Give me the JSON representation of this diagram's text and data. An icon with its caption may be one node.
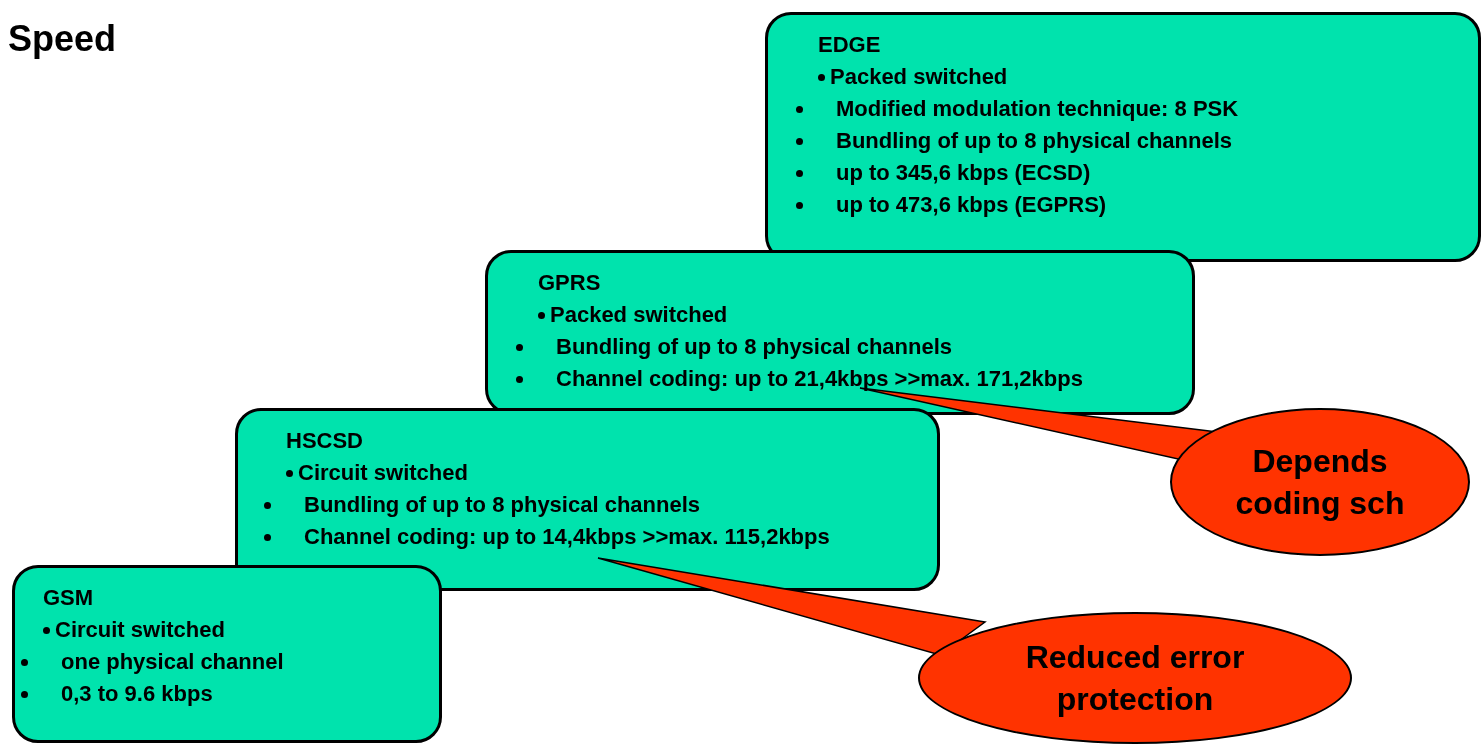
{
  "diagram": {
    "title": "Speed",
    "nodes": [
      {
        "text": [
          "EDGE",
          "Packed switched",
          "Modified modulation technique: 8 PSK",
          "Bundling of up to 8 physical channels",
          "up to 345,6 kbps (ECSD)",
          "up to 473,6 kbps (EGPRS)"
        ]
      },
      {
        "text": [
          "GPRS",
          "Packed switched",
          "Bundling of up to 8 physical channels",
          "Channel coding: up to 21,4kbps >>max. 171,2kbps"
        ]
      },
      {
        "text": [
          "HSCSD",
          "Circuit switched",
          "Bundling of up to 8 physical channels",
          "Channel coding: up to 14,4kbps >>max. 115,2kbps"
        ]
      },
      {
        "text": [
          "GSM",
          "Circuit switched",
          "one physical channel",
          "0,3 to 9.6 kbps"
        ]
      },
      {
        "text": [
          "Depends coding sch"
        ]
      },
      {
        "text": [
          "Reduced error protection"
        ]
      }
    ],
    "edges": [
      {
        "from": 4,
        "to": 1,
        "arrow": "none"
      },
      {
        "from": 5,
        "to": 2,
        "arrow": "none"
      }
    ]
  }
}
